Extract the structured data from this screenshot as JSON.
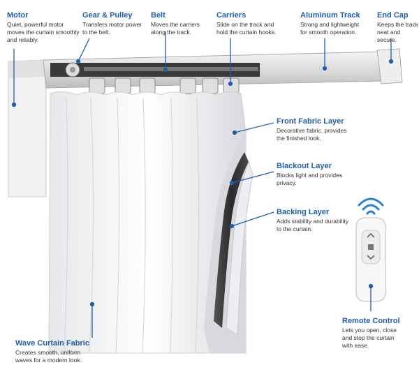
{
  "accent": "#1f5fa8",
  "labels": {
    "motor": {
      "title": "Motor",
      "desc": [
        "Quiet, powerful motor",
        "moves the curtain smoothly",
        "and reliably."
      ]
    },
    "gear": {
      "title": "Gear & Pulley",
      "desc": [
        "Transfers motor power",
        "to the belt."
      ]
    },
    "belt": {
      "title": "Belt",
      "desc": [
        "Moves the carriers",
        "along the track."
      ]
    },
    "carriers": {
      "title": "Carriers",
      "desc": [
        "Slide on the track and",
        "hold the curtain hooks."
      ]
    },
    "track": {
      "title": "Aluminum Track",
      "desc": [
        "Strong and lightweight",
        "for smooth operation."
      ]
    },
    "endcap": {
      "title": "End Cap",
      "desc": [
        "Keeps the track",
        "neat and secure."
      ]
    },
    "front": {
      "title": "Front Fabric Layer",
      "desc": [
        "Decorative fabric, provides",
        "the finished look."
      ]
    },
    "blackout": {
      "title": "Blackout Layer",
      "desc": [
        "Blocks light and provides",
        "privacy."
      ]
    },
    "backing": {
      "title": "Backing Layer",
      "desc": [
        "Adds stability and durability",
        "to the curtain."
      ]
    },
    "remote": {
      "title": "Remote Control",
      "desc": [
        "Lets you open, close",
        "and stop the curtain",
        "with ease."
      ]
    },
    "wave": {
      "title": "Wave Curtain Fabric",
      "desc": [
        "Creates smooth, uniform",
        "waves for a modern look."
      ]
    }
  },
  "icons": [
    "wifi-signal-icon",
    "chevron-up-icon",
    "stop-square-icon",
    "chevron-down-icon"
  ]
}
